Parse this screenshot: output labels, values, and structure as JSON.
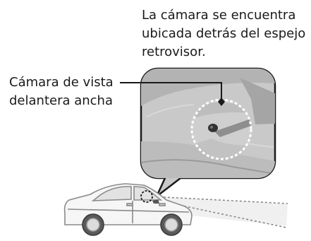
{
  "note": {
    "lines": [
      "La cámara se encuentra",
      "ubicada detrás del espejo",
      "retrovisor."
    ]
  },
  "camera_label": {
    "lines": [
      "Cámara de vista",
      "delantera ancha"
    ]
  },
  "colors": {
    "inset_fill": "#c9c9c9",
    "inset_dark": "#9a9a9a",
    "line": "#1a1a1a",
    "car_outline": "#8a8a8a",
    "car_fill": "#f4f4f4"
  }
}
